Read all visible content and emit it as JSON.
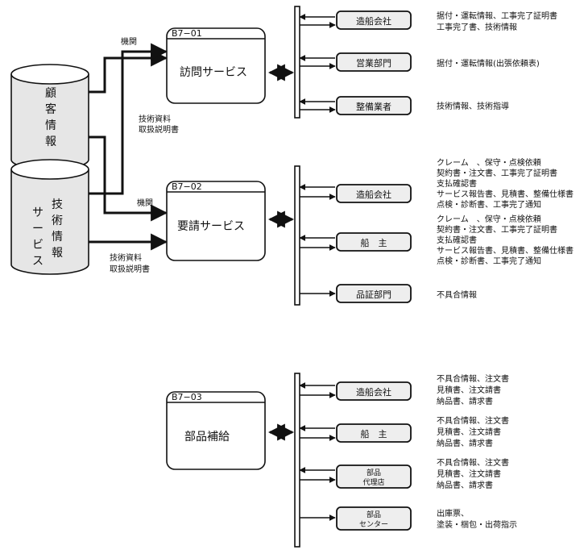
{
  "database": {
    "top_label": [
      "顧",
      "客",
      "情",
      "報"
    ],
    "bottom_label_col1": [
      "技",
      "術",
      "情",
      "報"
    ],
    "bottom_label_col2": [
      "サ",
      "ー",
      "ビ",
      "ス"
    ]
  },
  "services": [
    {
      "id": "B7−01",
      "name": "訪問サービス",
      "entities": [
        {
          "name": "造船会社",
          "info": [
            "据付・運転情報、工事完了証明書",
            "工事完了書、技術情報"
          ]
        },
        {
          "name": "営業部門",
          "info": [
            "据付・運転情報(出張依頼表)"
          ]
        },
        {
          "name": "整備業者",
          "info": [
            "技術情報、技術指導"
          ]
        }
      ]
    },
    {
      "id": "B7−02",
      "name": "要請サービス",
      "entities": [
        {
          "name": "造船会社",
          "info": [
            "クレーム　、保守・点検依頼",
            "契約書・注文書、工事完了証明書",
            "支払確認書",
            "サービス報告書、見積書、整備仕様書",
            "点検・診断書、工事完了通知"
          ]
        },
        {
          "name": "船　主",
          "info": [
            "クレーム　、保守・点検依頼",
            "契約書・注文書、工事完了証明書",
            "支払確認書",
            "サービス報告書、見積書、整備仕様書",
            "点検・診断書、工事完了通知"
          ]
        },
        {
          "name": "品証部門",
          "info": [
            "不具合情報"
          ]
        }
      ]
    },
    {
      "id": "B7−03",
      "name": "部品補給",
      "entities": [
        {
          "name": "造船会社",
          "info": [
            "不具合情報、注文書",
            "見積書、注文請書",
            "納品書、請求書"
          ]
        },
        {
          "name": "船　主",
          "info": [
            "不具合情報、注文書",
            "見積書、注文請書",
            "納品書、請求書"
          ]
        },
        {
          "name": [
            "部品",
            "代理店"
          ],
          "info": [
            "不具合情報、注文書",
            "見積書、注文請書",
            "納品書、請求書"
          ]
        },
        {
          "name": [
            "部品",
            "センター"
          ],
          "info": [
            "出庫票、",
            "塗装・梱包・出荷指示"
          ]
        }
      ]
    }
  ],
  "arrow_labels": {
    "kikan_1": "機関",
    "kikan_2": "機関",
    "tech_doc_1": [
      "技術資料",
      "取扱説明書"
    ],
    "tech_doc_2": [
      "技術資料",
      "取扱説明書"
    ]
  }
}
